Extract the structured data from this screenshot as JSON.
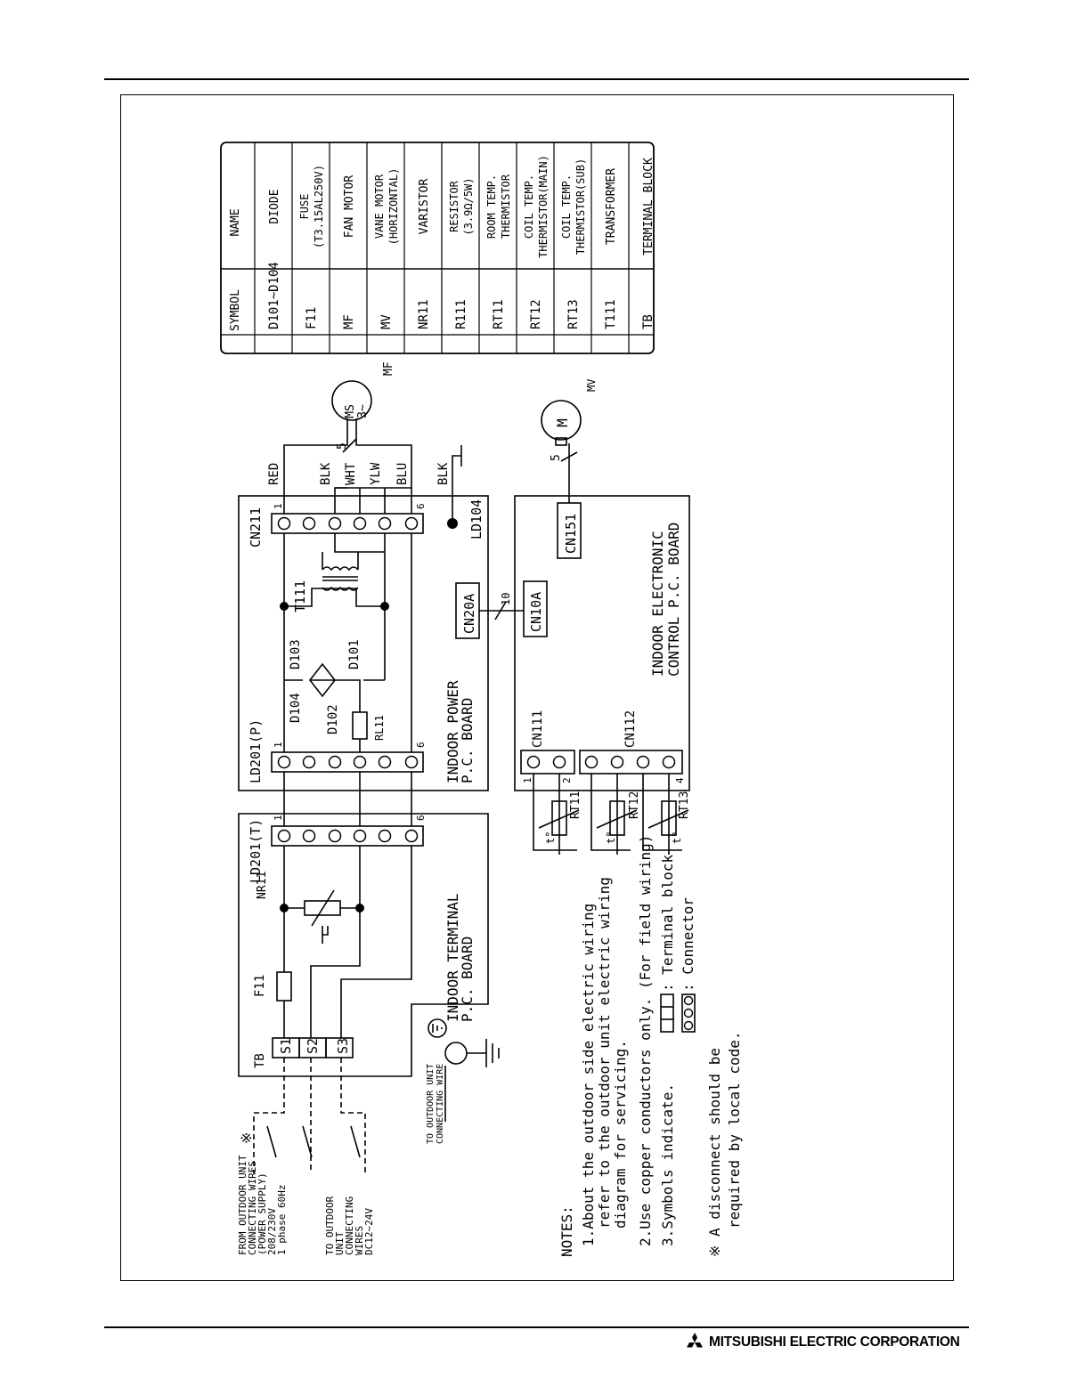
{
  "legend": {
    "header_symbol": "SYMBOL",
    "header_name": "NAME",
    "rows": [
      {
        "symbol": "D101~D104",
        "name": [
          "DIODE"
        ]
      },
      {
        "symbol": "F11",
        "name": [
          "FUSE",
          "(T3.15AL250V)"
        ]
      },
      {
        "symbol": "MF",
        "name": [
          "FAN MOTOR"
        ]
      },
      {
        "symbol": "MV",
        "name": [
          "VANE MOTOR",
          "(HORIZONTAL)"
        ]
      },
      {
        "symbol": "NR11",
        "name": [
          "VARISTOR"
        ]
      },
      {
        "symbol": "R111",
        "name": [
          "RESISTOR",
          "(3.9Ω/5W)"
        ]
      },
      {
        "symbol": "RT11",
        "name": [
          "ROOM TEMP.",
          "THERMISTOR"
        ]
      },
      {
        "symbol": "RT12",
        "name": [
          "COIL TEMP.",
          "THERMISTOR(MAIN)"
        ]
      },
      {
        "symbol": "RT13",
        "name": [
          "COIL TEMP.",
          "THERMISTOR(SUB)"
        ]
      },
      {
        "symbol": "T111",
        "name": [
          "TRANSFORMER"
        ]
      },
      {
        "symbol": "TB",
        "name": [
          "TERMINAL BLOCK"
        ]
      }
    ]
  },
  "diagram": {
    "terminal_board_label": [
      "INDOOR TERMINAL",
      "P.C. BOARD"
    ],
    "terminal_connector": "LD201(T)",
    "tb_label": "TB",
    "terminals": [
      "S1",
      "S2",
      "S3"
    ],
    "fuse_label": "F11",
    "varistor_label": "NR11",
    "power_board_label": [
      "INDOOR POWER",
      "P.C. BOARD"
    ],
    "power_connector_left": "LD201(P)",
    "power_connector_right": "CN211",
    "ground_connector": "LD104",
    "transformer_label": "T111",
    "resistor_label": "RL11",
    "diodes": [
      "D103",
      "D101",
      "D104",
      "D102"
    ],
    "cn20a": "CN20A",
    "cn10a": "CN10A",
    "bus_count": "10",
    "wire_colors": [
      "RED",
      "BLK",
      "WHT",
      "YLW",
      "BLU"
    ],
    "ground_wire": "BLK",
    "fan_motor": [
      "MS",
      "3~"
    ],
    "fan_motor_label": "MF",
    "fan_wire_count": "5",
    "vane_motor": "M",
    "vane_motor_label": "MV",
    "vane_wire_count": "5",
    "control_board_label": [
      "INDOOR ELECTRONIC",
      "CONTROL P.C. BOARD"
    ],
    "cn151": "CN151",
    "cn111": "CN111",
    "cn112": "CN112",
    "thermistors": [
      "RT11",
      "RT12",
      "RT13"
    ],
    "thermistor_symbol": "t°",
    "pin_labels": {
      "one": "1",
      "six": "6",
      "two": "2",
      "four": "4"
    },
    "outdoor_supply": [
      "FROM OUTDOOR UNIT",
      "CONNECTING WIRES",
      "(POWER SUPPLY)",
      "208/230V",
      "1 phase 60Hz"
    ],
    "outdoor_dc": [
      "TO OUTDOOR",
      "UNIT",
      "CONNECTING",
      "WIRES",
      "DC12~24V"
    ],
    "outdoor_ground": [
      "TO OUTDOOR UNIT",
      "CONNECTING WIRE"
    ],
    "disconnect_mark": "※"
  },
  "notes": {
    "title": "NOTES:",
    "lines": [
      "1.About the outdoor side electric wiring",
      "refer to the outdoor unit electric wiring",
      "diagram for servicing.",
      "2.Use copper conductors only.  (For field wiring)",
      "3.Symbols indicate.",
      ": Terminal block",
      ": Connector",
      "※ A disconnect should be",
      "required by local code."
    ]
  },
  "footer": {
    "company": "MITSUBISHI ELECTRIC CORPORATION"
  }
}
